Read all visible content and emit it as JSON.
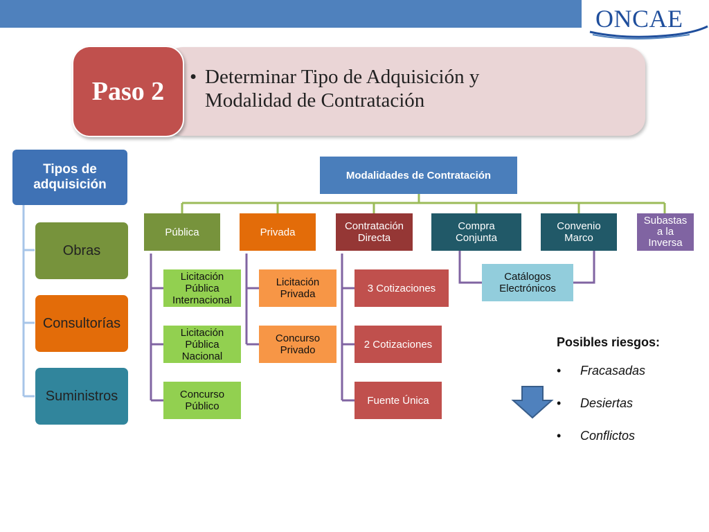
{
  "header": {
    "logo_text": "ONCAE",
    "bar_color": "#4f81bd"
  },
  "step": {
    "badge": "Paso 2",
    "bullet": "•",
    "line1": "Determinar Tipo de Adquisición y",
    "line2": "Modalidad de Contratación"
  },
  "tipos": {
    "title_line1": "Tipos de",
    "title_line2": "adquisición",
    "items": [
      "Obras",
      "Consultorías",
      "Suministros"
    ]
  },
  "modalidades": {
    "title": "Modalidades de Contratación",
    "publica": {
      "label": "Pública",
      "children": [
        [
          "Licitación",
          "Pública",
          "Internacional"
        ],
        [
          "Licitación",
          "Pública",
          "Nacional"
        ],
        [
          "Concurso",
          "Público"
        ]
      ]
    },
    "privada": {
      "label": "Privada",
      "children": [
        [
          "Licitación",
          "Privada"
        ],
        [
          "Concurso",
          "Privado"
        ]
      ]
    },
    "directa": {
      "label_line1": "Contratación",
      "label_line2": "Directa",
      "children": [
        "3 Cotizaciones",
        "2 Cotizaciones",
        "Fuente Única"
      ]
    },
    "compra": {
      "line1": "Compra",
      "line2": "Conjunta"
    },
    "convenio": {
      "line1": "Convenio",
      "line2": "Marco"
    },
    "subastas": {
      "line1": "Subastas",
      "line2": "a la",
      "line3": "Inversa"
    },
    "catalogos": {
      "line1": "Catálogos",
      "line2": "Electrónicos"
    }
  },
  "risks": {
    "title": "Posibles riesgos:",
    "bullet": "•",
    "items": [
      "Fracasadas",
      "Desiertas",
      "Conflictos"
    ]
  },
  "colors": {
    "green_dark": "#77933c",
    "green_light": "#92d050",
    "orange": "#e36c09",
    "orange_light": "#f79646",
    "red": "#c0504d",
    "red_dark": "#953735",
    "teal": "#215968",
    "teal_tipo": "#31859c",
    "purple": "#8064a2",
    "light_blue": "#92cddc",
    "connector_green": "#9bbb59",
    "connector_purple": "#8064a2"
  }
}
